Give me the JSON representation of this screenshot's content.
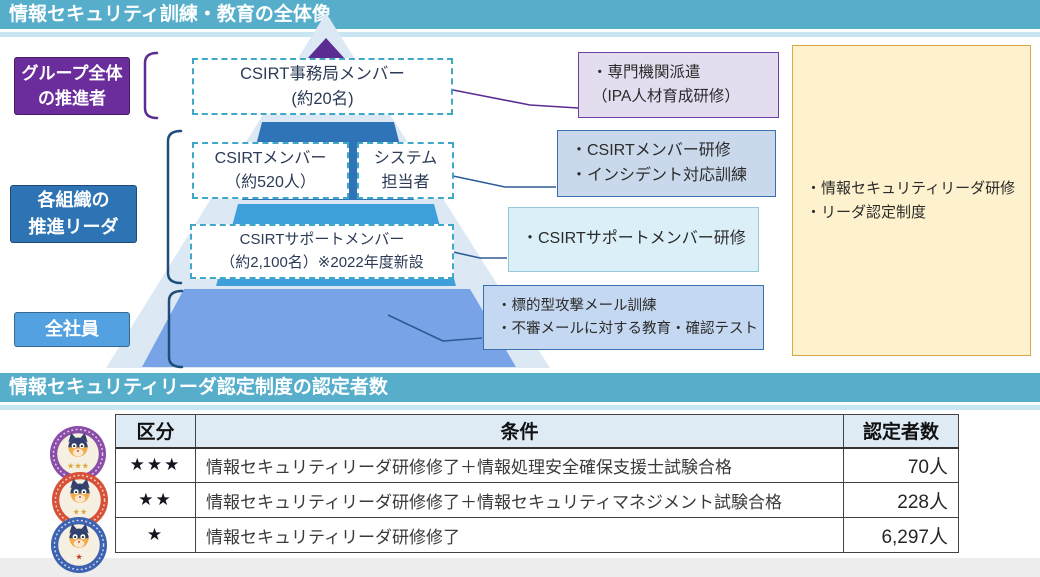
{
  "colors": {
    "header_bar": "#56AECB",
    "header_underline": "#C8E6F1",
    "pyramid_pale": "#DCE9F5",
    "pyramid_purple": "#5B2C92",
    "pyramid_dark_blue": "#2E74B6",
    "pyramid_mid_blue": "#3F9FDA",
    "pyramid_light_blue": "#78A3E6",
    "bracket_purple": "#5B2C92",
    "bracket_blue": "#1F4E79",
    "connector_purple": "#5B2C92",
    "connector_blue": "#2E5B97",
    "badge_ring_1": "#8A4DA8",
    "badge_ring_2": "#D65137",
    "badge_ring_3": "#3D62B0"
  },
  "section_training": {
    "title": "情報セキュリティ訓練・教育の全体像",
    "role_labels": {
      "group": {
        "line1": "グループ全体",
        "line2": "の推進者"
      },
      "org": {
        "line1": "各組織の",
        "line2": "推進リーダ"
      },
      "all": {
        "line1": "全社員"
      }
    },
    "pyramid_boxes": {
      "csirt_office": {
        "line1": "CSIRT事務局メンバー",
        "line2": "(約20名)"
      },
      "csirt_member": {
        "line1": "CSIRTメンバー",
        "line2": "（約520人）"
      },
      "system_staff": {
        "line1": "システム",
        "line2": "担当者"
      },
      "csirt_support": {
        "line1": "CSIRTサポートメンバー",
        "line2": "（約2,100名）※2022年度新設"
      }
    },
    "training_boxes": {
      "expert": {
        "line1": "・専門機関派遣",
        "line2": "（IPA人材育成研修）"
      },
      "csirt_member_training": {
        "line1": "・CSIRTメンバー研修",
        "line2": "・インシデント対応訓練"
      },
      "support_training": {
        "line1": "・CSIRTサポートメンバー研修"
      },
      "all_training": {
        "line1": "・標的型攻撃メール訓練",
        "line2": "・不審メールに対する教育・確認テスト"
      },
      "leader_program": {
        "line1": "・情報セキュリティリーダ研修",
        "line2": "・リーダ認定制度"
      }
    }
  },
  "section_certification": {
    "title": "情報セキュリティリーダ認定制度の認定者数",
    "table": {
      "headers": [
        "区分",
        "条件",
        "認定者数"
      ],
      "rows": [
        {
          "rank": "★★★",
          "condition": "情報セキュリティリーダ研修修了＋情報処理安全確保支援士試験合格",
          "count": "70人"
        },
        {
          "rank": "★★",
          "condition": "情報セキュリティリーダ研修修了＋情報セキュリティマネジメント試験合格",
          "count": "228人"
        },
        {
          "rank": "★",
          "condition": "情報セキュリティリーダ研修修了",
          "count": "6,297人"
        }
      ]
    },
    "badges": [
      {
        "stars": "★★★"
      },
      {
        "stars": "★★"
      },
      {
        "stars": "★"
      }
    ]
  }
}
